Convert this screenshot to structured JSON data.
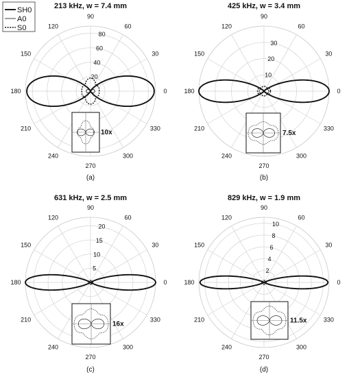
{
  "chart_data": [
    {
      "type": "polar",
      "title": "213 kHz, w = 7.4 mm",
      "caption": "(a)",
      "angle_labels": [
        "0",
        "30",
        "60",
        "90",
        "120",
        "150",
        "180",
        "210",
        "240",
        "270",
        "300",
        "330"
      ],
      "radial_ticks": [
        20,
        40,
        60,
        80
      ],
      "rlim": [
        0,
        90
      ],
      "inset_zoom": "10x",
      "legend": [
        "SH0",
        "A0",
        "S0"
      ],
      "series": [
        {
          "name": "SH0",
          "lobe_amplitude": 88,
          "lobe_power": 6,
          "minor_amplitude": 0
        },
        {
          "name": "A0",
          "lobe_amplitude": 6,
          "lobe_power": 2,
          "minor_amplitude": 0
        },
        {
          "name": "S0",
          "lobe_amplitude": 12,
          "lobe_power": 2,
          "minor_amplitude": 18
        }
      ]
    },
    {
      "type": "polar",
      "title": "425 kHz, w = 3.4 mm",
      "caption": "(b)",
      "angle_labels": [
        "0",
        "30",
        "60",
        "90",
        "120",
        "150",
        "180",
        "210",
        "240",
        "270",
        "300",
        "330"
      ],
      "radial_ticks": [
        10,
        20,
        30
      ],
      "rlim": [
        0,
        40
      ],
      "inset_zoom": "7.5x",
      "series": [
        {
          "name": "SH0",
          "lobe_amplitude": 40,
          "lobe_power": 12,
          "minor_amplitude": 0
        },
        {
          "name": "A0",
          "lobe_amplitude": 3,
          "lobe_power": 2,
          "minor_amplitude": 0
        },
        {
          "name": "S0",
          "lobe_amplitude": 4,
          "lobe_power": 2,
          "minor_amplitude": 3
        }
      ]
    },
    {
      "type": "polar",
      "title": "631 kHz, w = 2.5 mm",
      "caption": "(c)",
      "angle_labels": [
        "0",
        "30",
        "60",
        "90",
        "120",
        "150",
        "180",
        "210",
        "240",
        "270",
        "300",
        "330"
      ],
      "radial_ticks": [
        5,
        10,
        15,
        20
      ],
      "rlim": [
        0,
        23
      ],
      "inset_zoom": "16x",
      "series": [
        {
          "name": "SH0",
          "lobe_amplitude": 23,
          "lobe_power": 26,
          "minor_amplitude": 0
        },
        {
          "name": "A0",
          "lobe_amplitude": 0.8,
          "lobe_power": 2,
          "minor_amplitude": 0
        },
        {
          "name": "S0",
          "lobe_amplitude": 0.8,
          "lobe_power": 2,
          "minor_amplitude": 0.7
        }
      ]
    },
    {
      "type": "polar",
      "title": "829 kHz, w = 1.9 mm",
      "caption": "(d)",
      "angle_labels": [
        "0",
        "30",
        "60",
        "90",
        "120",
        "150",
        "180",
        "210",
        "240",
        "270",
        "300",
        "330"
      ],
      "radial_ticks": [
        2,
        4,
        6,
        8,
        10
      ],
      "rlim": [
        0,
        11
      ],
      "inset_zoom": "11.5x",
      "series": [
        {
          "name": "SH0",
          "lobe_amplitude": 10.8,
          "lobe_power": 36,
          "minor_amplitude": 0
        },
        {
          "name": "A0",
          "lobe_amplitude": 0.4,
          "lobe_power": 2,
          "minor_amplitude": 0
        },
        {
          "name": "S0",
          "lobe_amplitude": 0.4,
          "lobe_power": 2,
          "minor_amplitude": 0.35
        }
      ]
    }
  ]
}
